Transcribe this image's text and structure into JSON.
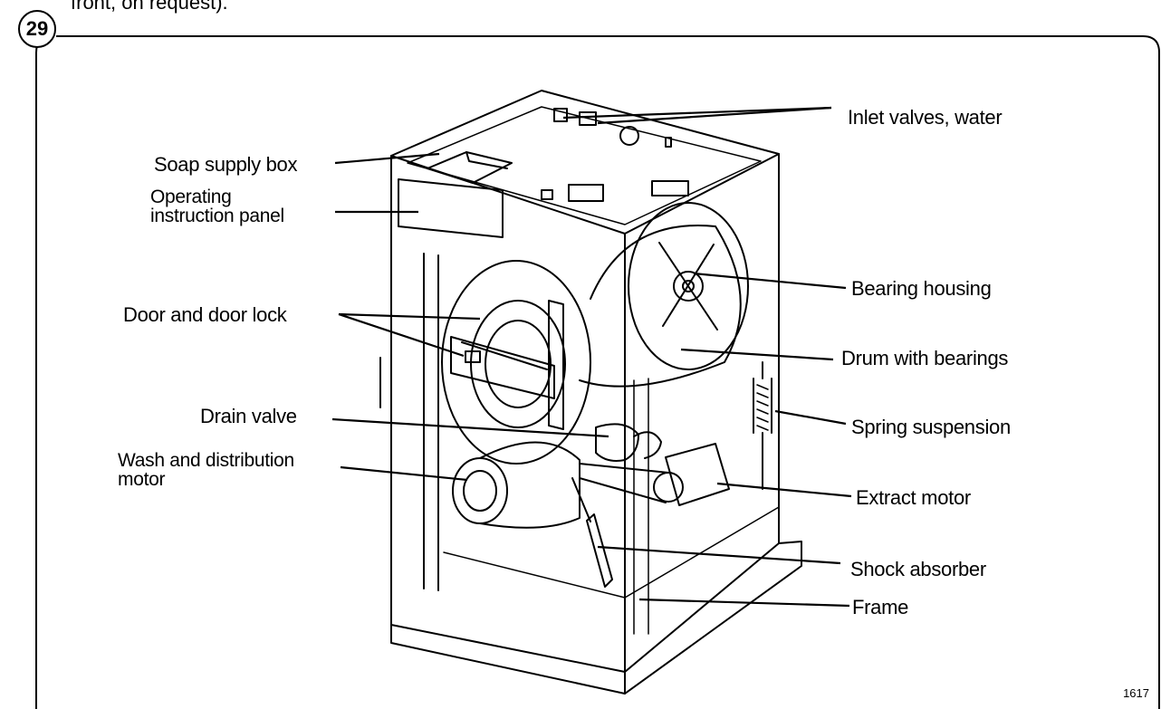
{
  "header": {
    "top_fragment": "front, on request)."
  },
  "figure": {
    "number": "29",
    "code": "1617"
  },
  "labels": {
    "inlet_valves": "Inlet valves, water",
    "soap_supply_box": "Soap supply box",
    "operating_panel_line1": "Operating",
    "operating_panel_line2": "instruction panel",
    "bearing_housing": "Bearing housing",
    "door_lock": "Door and door lock",
    "drum_bearings": "Drum with bearings",
    "drain_valve": "Drain valve",
    "spring_suspension": "Spring suspension",
    "wash_motor_line1": "Wash and distribution",
    "wash_motor_line2": "motor",
    "extract_motor": "Extract motor",
    "shock_absorber": "Shock absorber",
    "frame": "Frame"
  },
  "colors": {
    "ink": "#000000",
    "paper": "#ffffff"
  }
}
